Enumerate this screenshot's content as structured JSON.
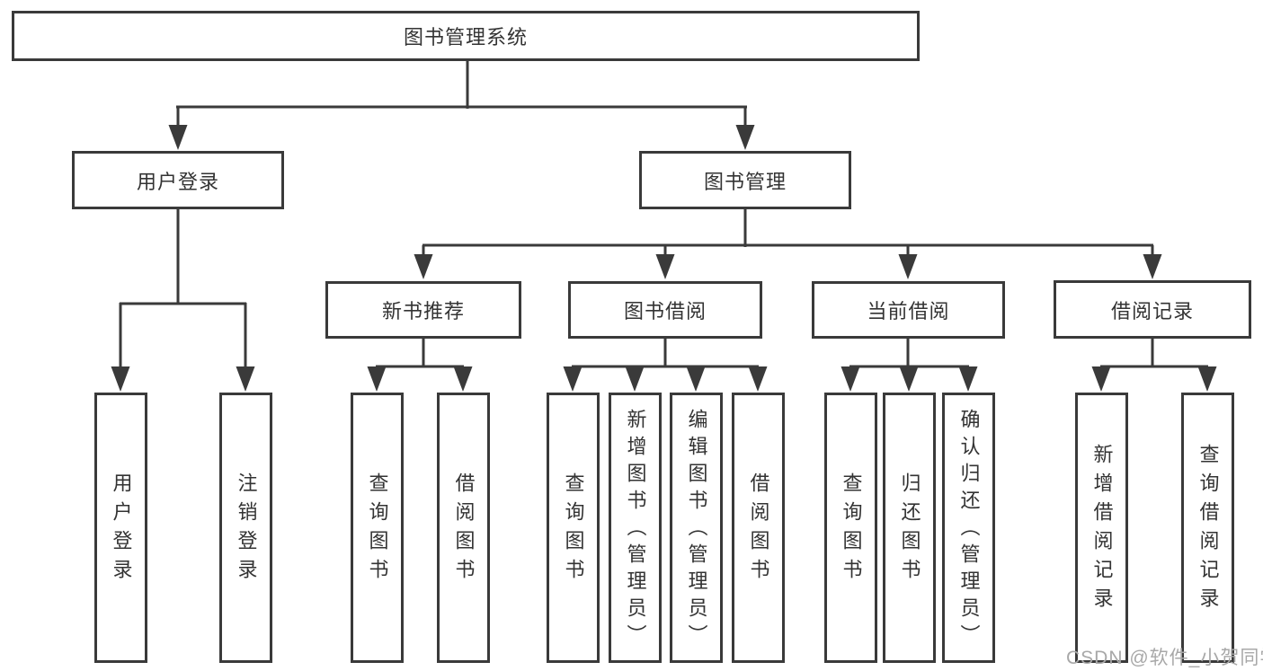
{
  "diagram": {
    "root": {
      "label": "图书管理系统"
    },
    "level2": [
      {
        "id": "user-login",
        "label": "用户登录"
      },
      {
        "id": "book-management",
        "label": "图书管理"
      }
    ],
    "level3": [
      {
        "id": "new-book-recommend",
        "label": "新书推荐"
      },
      {
        "id": "book-borrow",
        "label": "图书借阅"
      },
      {
        "id": "current-borrow",
        "label": "当前借阅"
      },
      {
        "id": "borrow-records",
        "label": "借阅记录"
      }
    ],
    "leaves": [
      {
        "id": "user-login-leaf",
        "label": "用户登录",
        "parent": "用户登录"
      },
      {
        "id": "logout",
        "label": "注销登录",
        "parent": "用户登录"
      },
      {
        "id": "query-books-recommend",
        "label": "查询图书",
        "parent": "新书推荐"
      },
      {
        "id": "borrow-books-recommend",
        "label": "借阅图书",
        "parent": "新书推荐"
      },
      {
        "id": "query-books-borrow",
        "label": "查询图书",
        "parent": "图书借阅"
      },
      {
        "id": "add-book-admin",
        "label": "新增图书（管理员）",
        "parent": "图书借阅"
      },
      {
        "id": "edit-book-admin",
        "label": "编辑图书（管理员）",
        "parent": "图书借阅"
      },
      {
        "id": "borrow-books",
        "label": "借阅图书",
        "parent": "图书借阅"
      },
      {
        "id": "query-books-current",
        "label": "查询图书",
        "parent": "当前借阅"
      },
      {
        "id": "return-book",
        "label": "归还图书",
        "parent": "当前借阅"
      },
      {
        "id": "confirm-return-admin",
        "label": "确认归还（管理员）",
        "parent": "当前借阅"
      },
      {
        "id": "add-borrow-record",
        "label": "新增借阅记录",
        "parent": "借阅记录"
      },
      {
        "id": "query-borrow-record",
        "label": "查询借阅记录",
        "parent": "借阅记录"
      }
    ]
  },
  "watermark": {
    "text": "CSDN @软件_小贺同学"
  },
  "colors": {
    "line": "#3a3a3a",
    "text": "#333333",
    "watermark": "#a8a8a8",
    "background": "#ffffff"
  }
}
